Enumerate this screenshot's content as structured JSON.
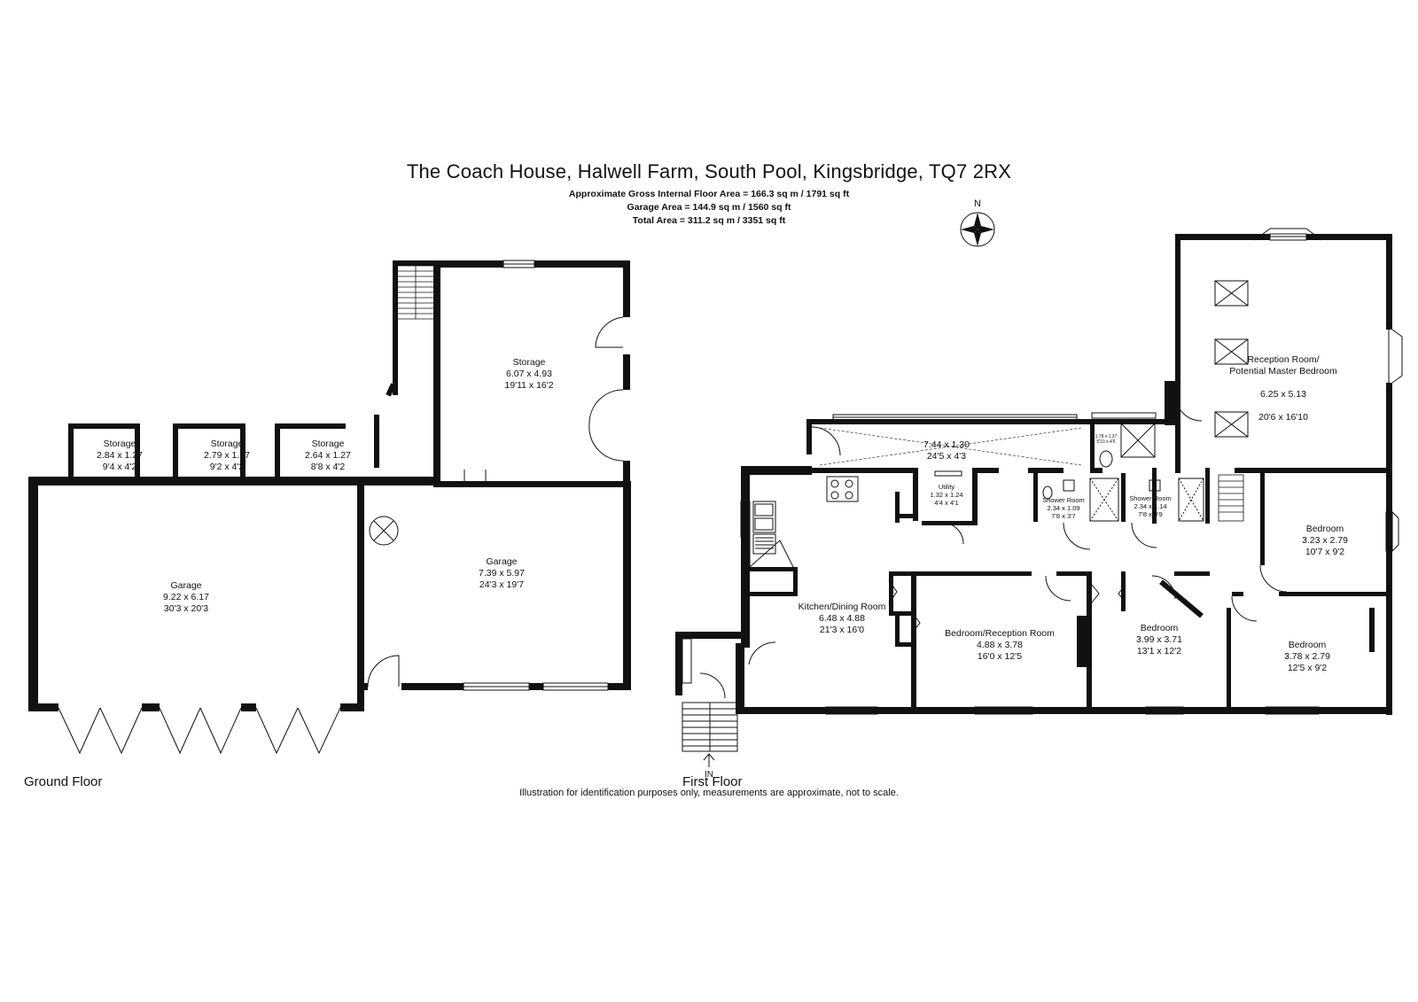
{
  "header": {
    "title": "The Coach House, Halwell Farm, South Pool, Kingsbridge, TQ7 2RX",
    "gross_area": "Approximate Gross Internal Floor Area  = 166.3 sq m  / 1791 sq ft",
    "garage_area": "Garage Area = 144.9 sq m  / 1560 sq ft",
    "total_area": "Total Area = 311.2 sq m  / 3351 sq ft"
  },
  "compass": {
    "label": "N"
  },
  "ground_floor": {
    "label": "Ground Floor",
    "rooms": [
      {
        "name": "Storage",
        "metric": "2.84 x 1.27",
        "imperial": "9'4 x 4'2"
      },
      {
        "name": "Storage",
        "metric": "2.79 x 1.27",
        "imperial": "9'2 x 4'2"
      },
      {
        "name": "Storage",
        "metric": "2.64 x 1.27",
        "imperial": "8'8 x 4'2"
      },
      {
        "name": "Storage",
        "metric": "6.07 x 4.93",
        "imperial": "19'11 x 16'2"
      },
      {
        "name": "Garage",
        "metric": "9.22 x 6.17",
        "imperial": "30'3 x 20'3"
      },
      {
        "name": "Garage",
        "metric": "7.39 x 5.97",
        "imperial": "24'3 x 19'7"
      }
    ]
  },
  "first_floor": {
    "label": "First Floor",
    "entrance": "IN",
    "rooms": [
      {
        "name": "Reception Room/\nPotential Master Bedroom",
        "metric": "6.25 x 5.13",
        "imperial": "20'6 x 16'10"
      },
      {
        "name": "",
        "metric": "7.44 x 1.30",
        "imperial": "24'5 x 4'3"
      },
      {
        "name": "",
        "metric": "1.78 x 1.37",
        "imperial": "5'10 x 4'6"
      },
      {
        "name": "Utility",
        "metric": "1.32 x 1.24",
        "imperial": "4'4 x 4'1"
      },
      {
        "name": "Shower Room",
        "metric": "2.34 x 1.09",
        "imperial": "7'8 x 3'7"
      },
      {
        "name": "Shower Room",
        "metric": "2.34 x 1.14",
        "imperial": "7'8 x 3'9"
      },
      {
        "name": "Bedroom",
        "metric": "3.23 x 2.79",
        "imperial": "10'7 x 9'2"
      },
      {
        "name": "Kitchen/Dining Room",
        "metric": "6.48 x 4.88",
        "imperial": "21'3 x 16'0"
      },
      {
        "name": "Bedroom/Reception Room",
        "metric": "4.88 x 3.78",
        "imperial": "16'0 x 12'5"
      },
      {
        "name": "Bedroom",
        "metric": "3.99 x 3.71",
        "imperial": "13'1 x 12'2"
      },
      {
        "name": "Bedroom",
        "metric": "3.78 x 2.79",
        "imperial": "12'5 x 9'2"
      }
    ]
  },
  "footer": {
    "disclaimer": "Illustration for identification purposes only, measurements are approximate, not to scale."
  }
}
